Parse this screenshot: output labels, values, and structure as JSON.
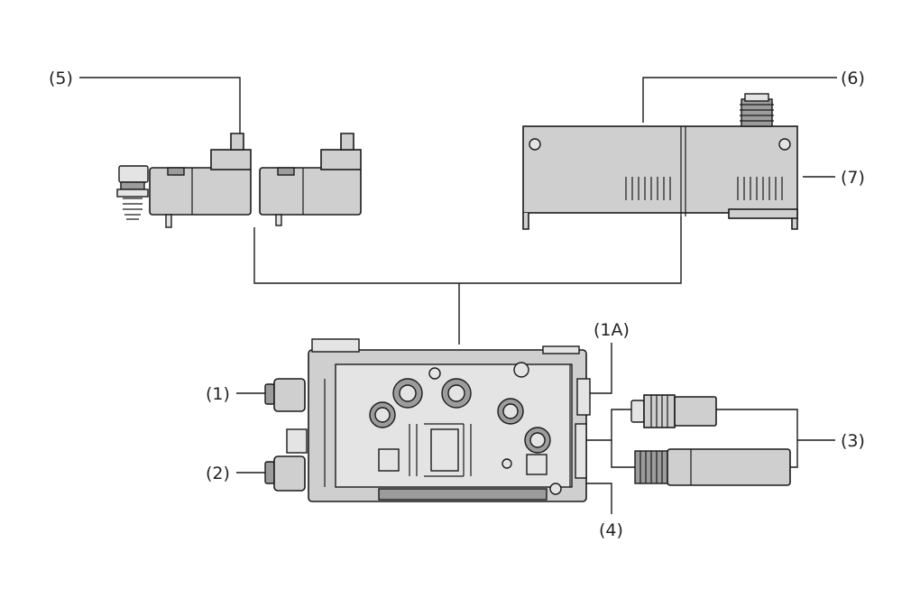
{
  "callouts": {
    "c1": "(1)",
    "c1a": "(1A)",
    "c2": "(2)",
    "c3": "(3)",
    "c4": "(4)",
    "c5": "(5)",
    "c6": "(6)",
    "c7": "(7)"
  },
  "colors": {
    "line": "#1a1a1a",
    "part_fill": "#cfcfcf",
    "part_dark": "#9c9c9c",
    "background": "#ffffff"
  }
}
